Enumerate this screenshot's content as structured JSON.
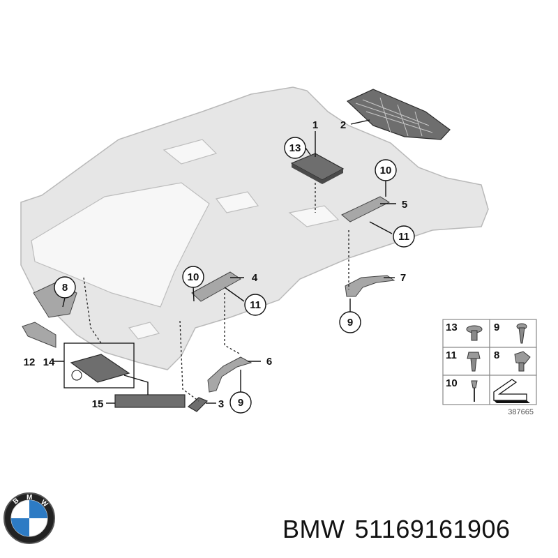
{
  "diagram": {
    "callouts": {
      "c1": "1",
      "c2": "2",
      "c3": "3",
      "c4": "4",
      "c5": "5",
      "c6": "6",
      "c7": "7",
      "c8": "8",
      "c9a": "9",
      "c9b": "9",
      "c10a": "10",
      "c10b": "10",
      "c11a": "11",
      "c11b": "11",
      "c12": "12",
      "c13": "13",
      "c14": "14",
      "c15": "15"
    },
    "legend": {
      "cells": [
        "13",
        "9",
        "11",
        "8",
        "10"
      ]
    },
    "figure_number": "387665"
  },
  "footer": {
    "brand": "BMW",
    "part_number": "51169161906"
  },
  "colors": {
    "headliner": "#e6e6e6",
    "part_dark": "#6e6e6e",
    "bmw_blue": "#2d7bc4"
  }
}
